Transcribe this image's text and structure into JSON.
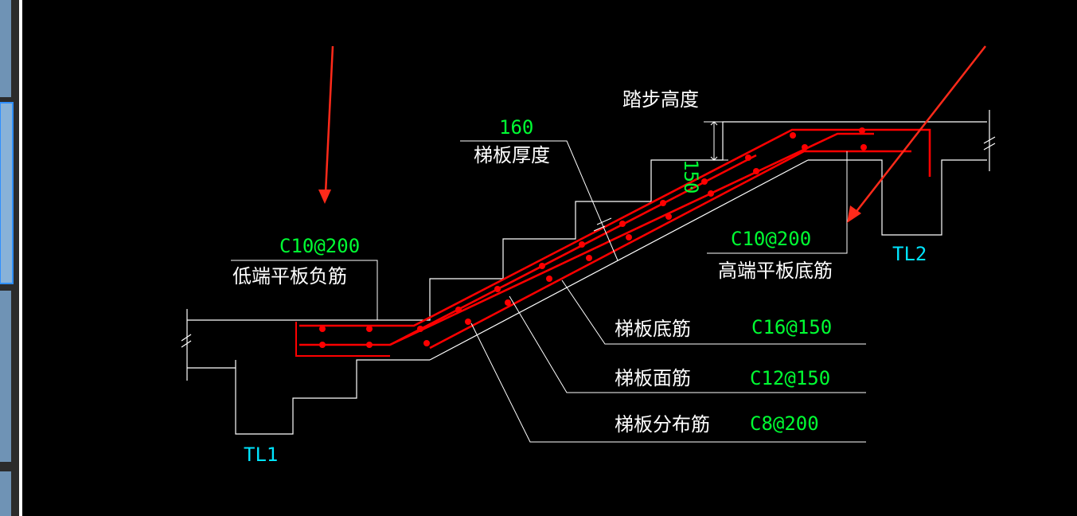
{
  "drawing": {
    "colors": {
      "background": "#000000",
      "outline": "#ffffff",
      "rebar": "#ff0000",
      "spec_text": "#00ff33",
      "beam_text": "#00e5ff",
      "annotation_arrow": "#ff2a1a"
    },
    "labels": {
      "step_height": "踏步高度",
      "slab_thickness_value": "160",
      "slab_thickness": "梯板厚度",
      "riser_dim": "150",
      "low_neg_spec": "C10@200",
      "low_neg": "低端平板负筋",
      "high_bottom_spec": "C10@200",
      "high_bottom": "高端平板底筋",
      "beam_low": "TL1",
      "beam_high": "TL2",
      "bottom_bar": "梯板底筋",
      "bottom_bar_spec": "C16@150",
      "top_bar": "梯板面筋",
      "top_bar_spec": "C12@150",
      "dist_bar": "梯板分布筋",
      "dist_bar_spec": "C8@200"
    }
  }
}
